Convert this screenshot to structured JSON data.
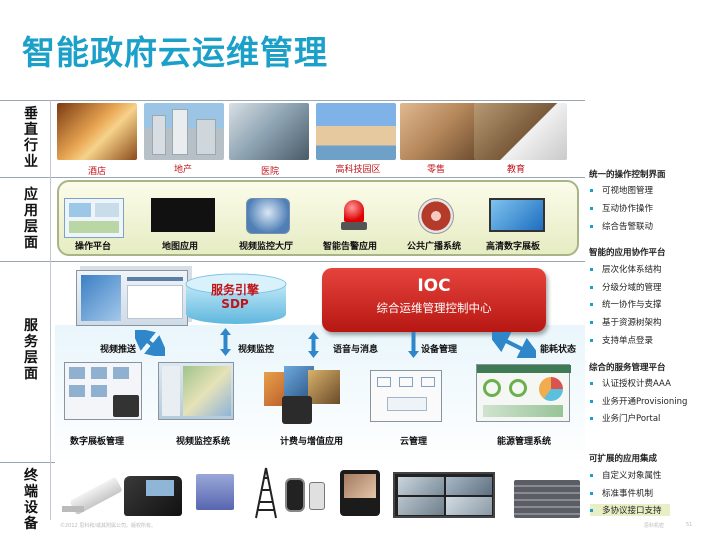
{
  "title": "智能政府云运维管理",
  "layers": {
    "vertical": "垂直行业",
    "application": "应用层面",
    "service": "服务层面",
    "terminal": "终端设备"
  },
  "verticals": [
    {
      "label": "酒店",
      "icon": "hotel-photo"
    },
    {
      "label": "地产",
      "icon": "real-estate-photo"
    },
    {
      "label": "医院",
      "icon": "hospital-photo"
    },
    {
      "label": "高科技园区",
      "icon": "tech-park-photo"
    },
    {
      "label": "零售",
      "icon": "retail-photo"
    },
    {
      "label": "教育",
      "icon": "education-photo"
    }
  ],
  "applications": [
    {
      "label": "操作平台",
      "icon": "floor-plan-icon"
    },
    {
      "label": "地图应用",
      "icon": "map-icon"
    },
    {
      "label": "视频监控大厅",
      "icon": "video-monitor-icon"
    },
    {
      "label": "智能告警应用",
      "icon": "alarm-light-icon"
    },
    {
      "label": "公共广播系统",
      "icon": "speaker-icon"
    },
    {
      "label": "高清数字展板",
      "icon": "digital-display-icon"
    }
  ],
  "services": {
    "sdp": {
      "line1": "服务引擎",
      "line2": "SDP"
    },
    "ioc": {
      "title": "IOC",
      "subtitle": "综合运维管理控制中心"
    },
    "flows": [
      "视频推送",
      "视频监控",
      "语音与消息",
      "设备管理",
      "能耗状态"
    ],
    "systems": [
      "数字展板管理",
      "视频监控系统",
      "计费与增值应用",
      "云管理",
      "能源管理系统"
    ]
  },
  "right_panel": [
    {
      "title": "统一的操作控制界面",
      "items": [
        "可视地图管理",
        "互动协作操作",
        "综合告警联动"
      ]
    },
    {
      "title": "智能的应用协作平台",
      "items": [
        "层次化体系结构",
        "分级分域的管理",
        "统一协作与支撑",
        "基于资源树架构",
        "支持单点登录"
      ]
    },
    {
      "title": "综合的服务管理平台",
      "items": [
        "认证授权计费AAA",
        "业务开通Provisioning",
        "业务门户Portal"
      ]
    },
    {
      "title": "可扩展的应用集成",
      "items": [
        "自定义对象属性",
        "标准事件机制",
        "多协议接口支持"
      ]
    }
  ],
  "colors": {
    "title": "#1aa0c9",
    "ioc": "#c8201a",
    "vertical_label": "#c0141b",
    "sdp": "#c0141b",
    "arrow": "#2f86c8"
  },
  "footer": {
    "left": "©2012 思科和/或其附属公司。版权所有。",
    "right": "思科机密",
    "page": "51"
  }
}
